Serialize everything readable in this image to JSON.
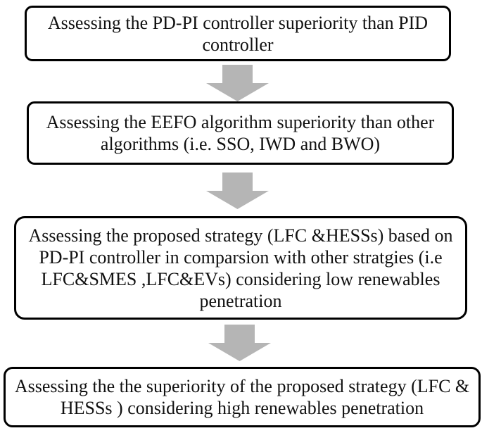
{
  "flowchart": {
    "background_color": "#ffffff",
    "box_border_color": "#000000",
    "text_color": "#111111",
    "arrow_color": "#b5b5b5",
    "steps": [
      {
        "text": "Assessing the PD-PI controller superiority than PID\ncontroller"
      },
      {
        "text": "Assessing the EEFO algorithm superiority than other\nalgorithms (i.e. SSO, IWD and BWO)"
      },
      {
        "text": "Assessing the proposed strategy (LFC &HESSs) based on\nPD-PI controller in comparsion with other stratgies (i.e\nLFC&SMES ,LFC&EVs) considering low renewables\npenetration"
      },
      {
        "text": "Assessing the the superiority of the proposed strategy (LFC &\nHESSs ) considering high renewables penetration"
      }
    ]
  }
}
